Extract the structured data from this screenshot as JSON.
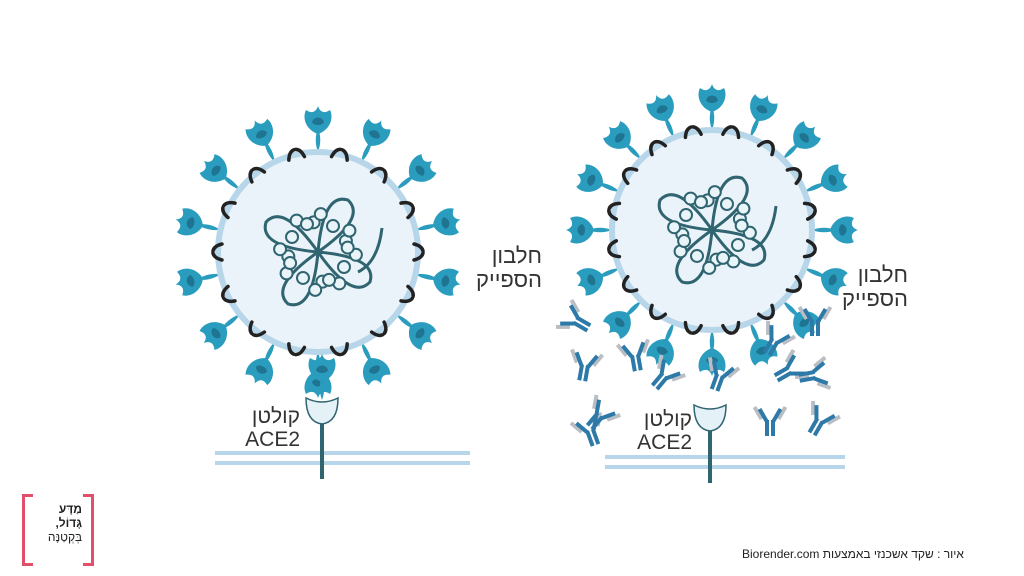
{
  "labels": {
    "spike_left": [
      "חלבון",
      "הספייק"
    ],
    "spike_right": [
      "חלבון",
      "הספייק"
    ],
    "receptor_left": [
      "קולטן",
      "ACE2"
    ],
    "receptor_right": [
      "קולטן",
      "ACE2"
    ]
  },
  "logo": {
    "lines": [
      "מַדָּע",
      "גָּדוֹל,",
      "בְּקְטַנָּה"
    ]
  },
  "credit": "איור : שקד אשכנזי באמצעות Biorender.com",
  "colors": {
    "spike": "#2a9dbf",
    "spike_dark": "#1f7491",
    "membrane": "#b7d6ea",
    "virus_fill": "#eaf3f9",
    "rna": "#2f6470",
    "antibody_blue": "#2d79a8",
    "antibody_grey": "#b9bec4",
    "logo_bracket": "#e0506a"
  }
}
